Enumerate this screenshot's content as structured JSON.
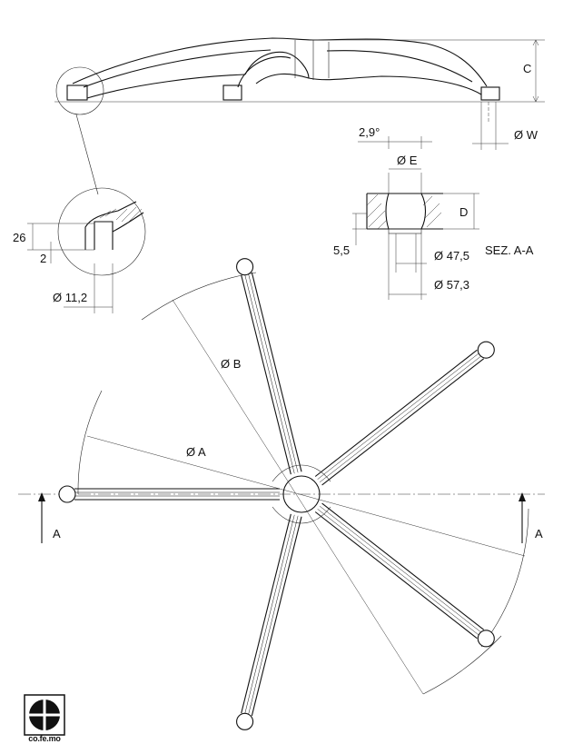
{
  "labels": {
    "dim_c": "C",
    "dim_w": "Ø W",
    "angle": "2,9°",
    "dim_e": "Ø E",
    "dim_d": "D",
    "dim_26": "26",
    "dim_2": "2",
    "dim_5_5": "5,5",
    "dim_47_5": "Ø 47,5",
    "dim_57_3": "Ø 57,3",
    "dim_11_2": "Ø 11,2",
    "section_title": "SEZ. A-A",
    "dim_b": "Ø B",
    "dim_a": "Ø A",
    "section_mark_left": "A",
    "section_mark_right": "A"
  },
  "logo": {
    "text": "co.fe.mo"
  },
  "base": {
    "arms": 5,
    "arm_angles_deg": [
      180,
      104,
      38,
      -38,
      -104
    ]
  }
}
